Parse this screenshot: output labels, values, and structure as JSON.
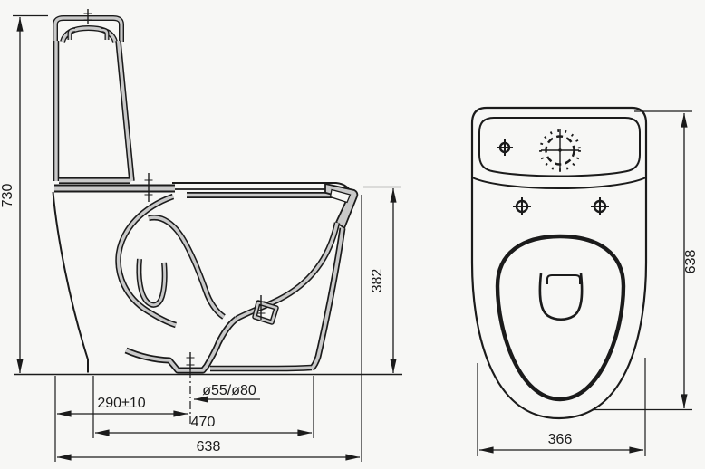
{
  "drawing_type": "toilet-technical-drawing",
  "dimensions": {
    "side": {
      "overall_height": "730",
      "bowl_height": "382",
      "outlet_center_from_back": "290±10",
      "outlet_diameter": "ø55/ø80",
      "base_length": "470",
      "overall_length": "638"
    },
    "top": {
      "overall_length": "638",
      "overall_width": "366"
    }
  },
  "colors": {
    "line": "#1b1b1b",
    "section_fill": "#c9c9c9",
    "background": "#f7f7f5"
  },
  "icons": {
    "flush_button": "flush-button-crosshair",
    "lid_bolt": "bolt-crosshair",
    "hinge_bolts": "hinge-bolt-crosshair"
  }
}
